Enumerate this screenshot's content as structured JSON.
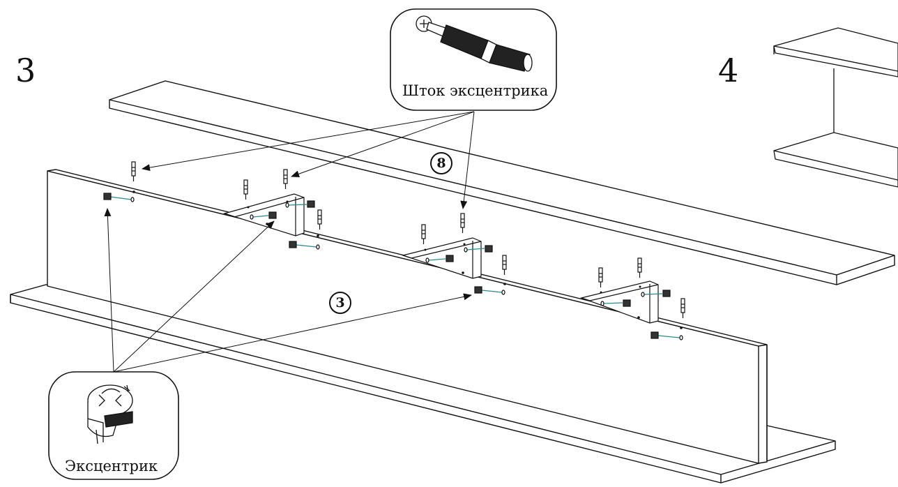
{
  "steps": {
    "current": "3",
    "next": "4"
  },
  "callouts": {
    "cam_bolt_label": "Шток эксцентрика",
    "cam_lock_label": "Эксцентрик"
  },
  "part_labels": {
    "top_board": "8",
    "back_board": "3"
  },
  "colors": {
    "line": "#111111",
    "connector": "#2a8a8a",
    "background": "#ffffff"
  }
}
